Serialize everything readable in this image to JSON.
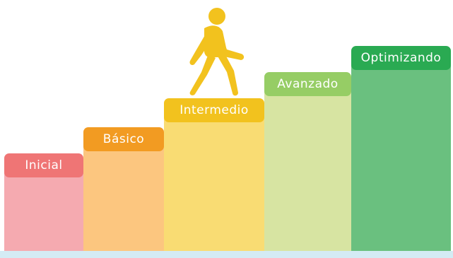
{
  "colors": {
    "floor": "#d4ebf4",
    "walker": "#f2c21e"
  },
  "steps": [
    {
      "label": "Inicial",
      "cap_color": "#ef7575",
      "body_color": "#f5aab0"
    },
    {
      "label": "Básico",
      "cap_color": "#f29b22",
      "body_color": "#fcc67f"
    },
    {
      "label": "Intermedio",
      "cap_color": "#f2c21e",
      "body_color": "#f9dc73"
    },
    {
      "label": "Avanzado",
      "cap_color": "#96cd65",
      "body_color": "#d7e4a2"
    },
    {
      "label": "Optimizando",
      "cap_color": "#2aaa52",
      "body_color": "#6ac07f"
    }
  ],
  "icons": {
    "walker": "walking-person-icon"
  }
}
